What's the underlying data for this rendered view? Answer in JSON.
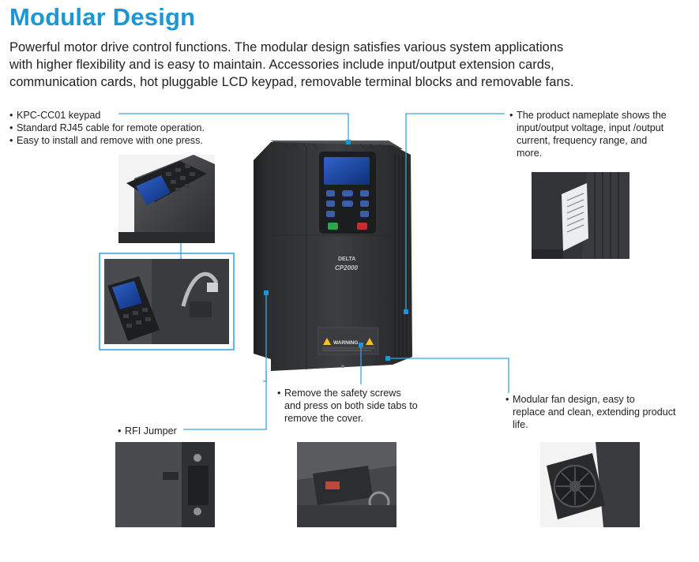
{
  "header": {
    "title": "Modular Design",
    "intro_lines": [
      "Powerful motor drive control functions. The modular design satisfies various system applications",
      "with higher flexibility and is easy to maintain. Accessories include input/output extension cards,",
      "communication cards, hot pluggable LCD keypad, removable terminal blocks and removable fans."
    ]
  },
  "callouts": {
    "keypad": {
      "lines": [
        "KPC-CC01 keypad",
        "Standard RJ45 cable for remote operation.",
        "Easy to install and remove with one press."
      ]
    },
    "nameplate": {
      "lines": [
        "The product nameplate shows the",
        "input/output voltage, input /output",
        "current, frequency range, and",
        "more."
      ]
    },
    "cover": {
      "lines": [
        "Remove the safety screws",
        "and press on both side tabs to",
        "remove the cover."
      ]
    },
    "fan": {
      "lines": [
        "Modular fan design, easy to",
        "replace and clean, extending product",
        "life."
      ]
    },
    "rfi": {
      "lines": [
        "RFI Jumper"
      ]
    }
  },
  "product": {
    "brand": "DELTA",
    "model": "CP2000",
    "warning_label": "WARNING"
  },
  "colors": {
    "accent": "#1a97d4",
    "callout_line": "#3aa6dc",
    "device_body": "#3a3b3d"
  }
}
